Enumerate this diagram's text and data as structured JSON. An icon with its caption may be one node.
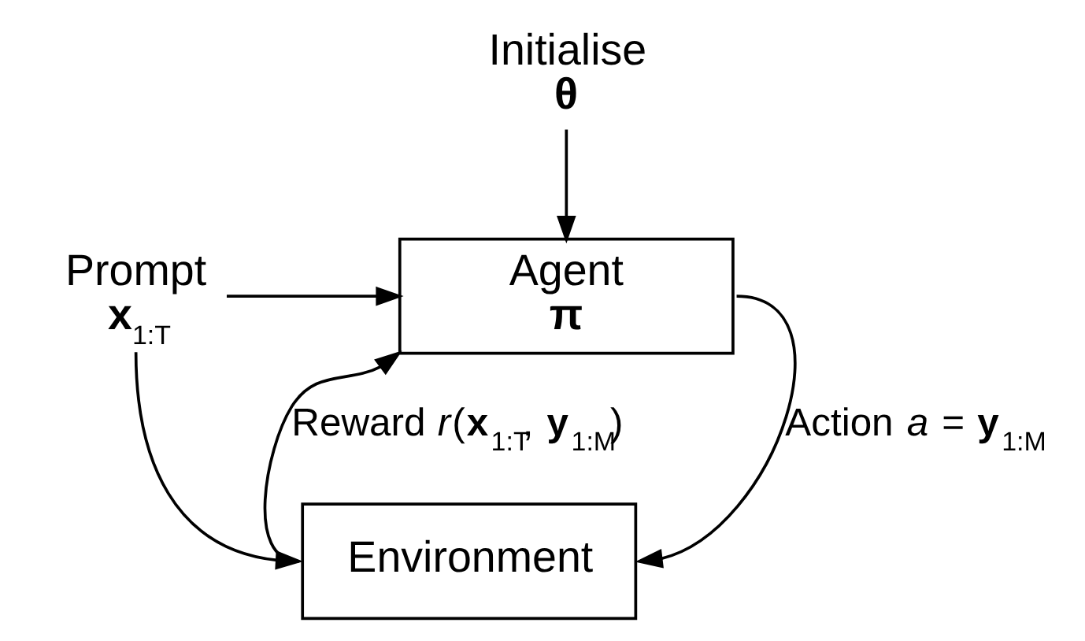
{
  "diagram": {
    "nodes": [
      {
        "text": [
          "Initialise",
          "θ"
        ]
      },
      {
        "text": [
          "Prompt",
          "**x**$_{1:T}$"
        ]
      },
      {
        "text": [
          "Agent",
          "π"
        ]
      },
      {
        "text": [
          "Environment"
        ]
      }
    ],
    "edges": [
      {
        "from": 0,
        "to": 2,
        "arrow": "to"
      },
      {
        "from": 1,
        "to": 2,
        "arrow": "to"
      },
      {
        "from": 1,
        "to": 3,
        "arrow": "to"
      },
      {
        "from": 3,
        "to": 2,
        "arrow": "to",
        "label": "Reward *r*(**x**$_{1:T}$, **y**$_{1:M}$)"
      },
      {
        "from": 2,
        "to": 3,
        "arrow": "to",
        "label": "Action *a* = **y**$_{1:M}$"
      }
    ]
  }
}
